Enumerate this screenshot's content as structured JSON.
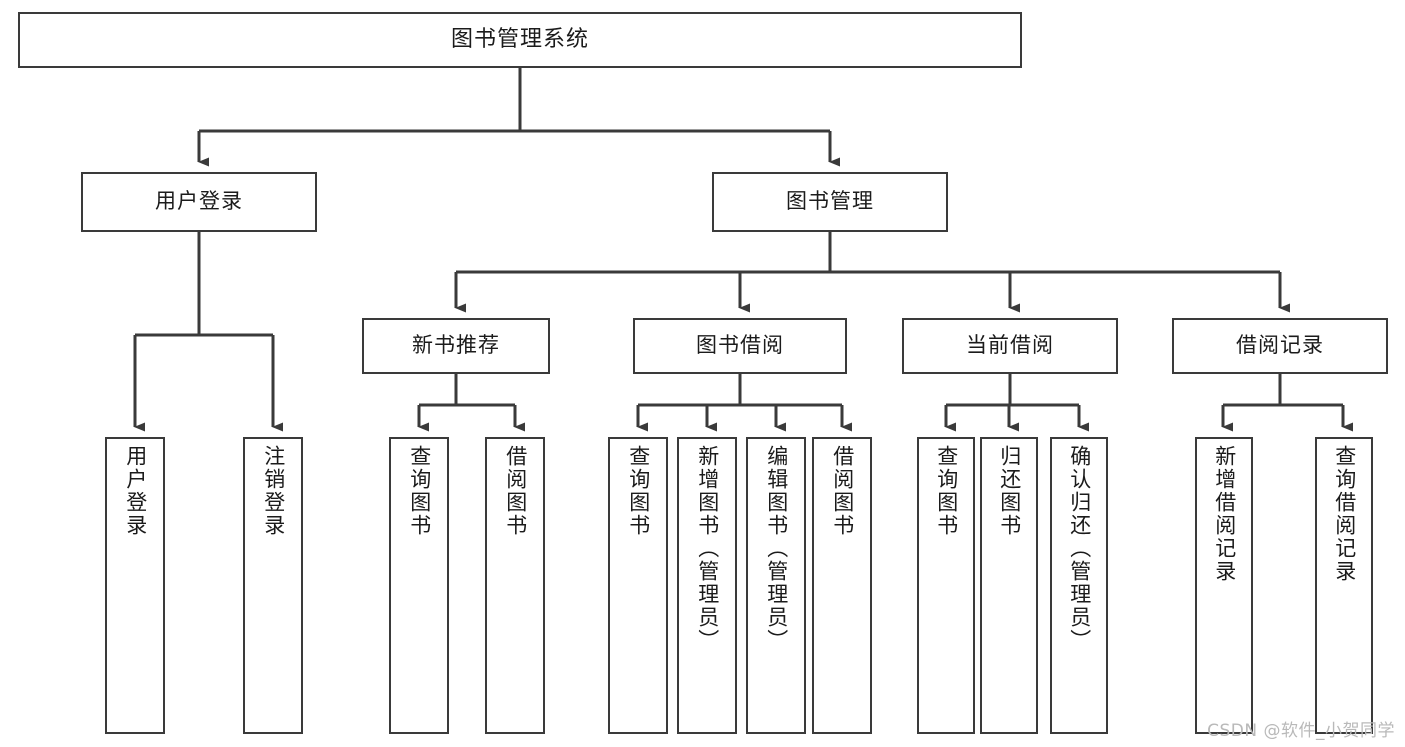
{
  "diagram": {
    "type": "tree-hierarchy-chart",
    "title": "图书管理系统",
    "watermark": "CSDN @软件_小贺同学",
    "colors": {
      "box_border": "#3a3a3a",
      "box_fill": "#ffffff",
      "connector": "#3a3a3a",
      "text": "#1b1b1b",
      "watermark": "#b9b9b9",
      "background": "#ffffff"
    },
    "root": {
      "label": "图书管理系统"
    },
    "level2": [
      {
        "label": "用户登录"
      },
      {
        "label": "图书管理"
      }
    ],
    "level3": [
      {
        "label": "新书推荐"
      },
      {
        "label": "图书借阅"
      },
      {
        "label": "当前借阅"
      },
      {
        "label": "借阅记录"
      }
    ],
    "leaves": {
      "user_login": [
        {
          "label": "用户登录"
        },
        {
          "label": "注销登录"
        }
      ],
      "new_book_recommend": [
        {
          "label": "查询图书"
        },
        {
          "label": "借阅图书"
        }
      ],
      "book_borrow": [
        {
          "label": "查询图书"
        },
        {
          "label": "新增图书（管理员）"
        },
        {
          "label": "编辑图书（管理员）"
        },
        {
          "label": "借阅图书"
        }
      ],
      "current_borrow": [
        {
          "label": "查询图书"
        },
        {
          "label": "归还图书"
        },
        {
          "label": "确认归还（管理员）"
        }
      ],
      "borrow_record": [
        {
          "label": "新增借阅记录"
        },
        {
          "label": "查询借阅记录"
        }
      ]
    }
  }
}
